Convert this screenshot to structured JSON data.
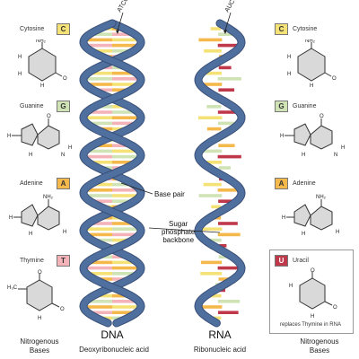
{
  "colors": {
    "backbone": "#4f6f9f",
    "backbone_edge": "#3a5078",
    "cytosine": "#f5e276",
    "guanine": "#cfe3b5",
    "adenine": "#f5b84a",
    "thymine": "#f3b3b8",
    "uracil": "#c0394b",
    "ring_fill": "#d9d9d9"
  },
  "left_bases": [
    {
      "name": "Cytosine",
      "letter": "C",
      "color_key": "cytosine"
    },
    {
      "name": "Guanine",
      "letter": "G",
      "color_key": "guanine"
    },
    {
      "name": "Adenine",
      "letter": "A",
      "color_key": "adenine"
    },
    {
      "name": "Thymine",
      "letter": "T",
      "color_key": "thymine"
    }
  ],
  "right_bases": [
    {
      "name": "Cytosine",
      "letter": "C",
      "color_key": "cytosine"
    },
    {
      "name": "Guanine",
      "letter": "G",
      "color_key": "guanine"
    },
    {
      "name": "Adenine",
      "letter": "A",
      "color_key": "adenine"
    },
    {
      "name": "Uracil",
      "letter": "U",
      "color_key": "uracil"
    }
  ],
  "dna": {
    "top_label": "ATCG's",
    "title": "DNA",
    "subtitle": "Deoxyribonucleic acid"
  },
  "rna": {
    "top_label": "AUCG's",
    "title": "RNA",
    "subtitle": "Ribonucleic acid"
  },
  "annotations": {
    "base_pair": "Base pair",
    "sugar_line1": "Sugar",
    "sugar_line2": "phosphate",
    "sugar_line3": "backbone"
  },
  "uracil_note": "replaces Thymine in RNA",
  "captions": {
    "left_line1": "Nitrogenous",
    "left_line2": "Bases",
    "right_line1": "Nitrogenous",
    "right_line2": "Bases"
  },
  "atoms": {
    "nh2": "NH₂",
    "n": "N",
    "o": "O",
    "h": "H",
    "ch3": "H₃C"
  }
}
